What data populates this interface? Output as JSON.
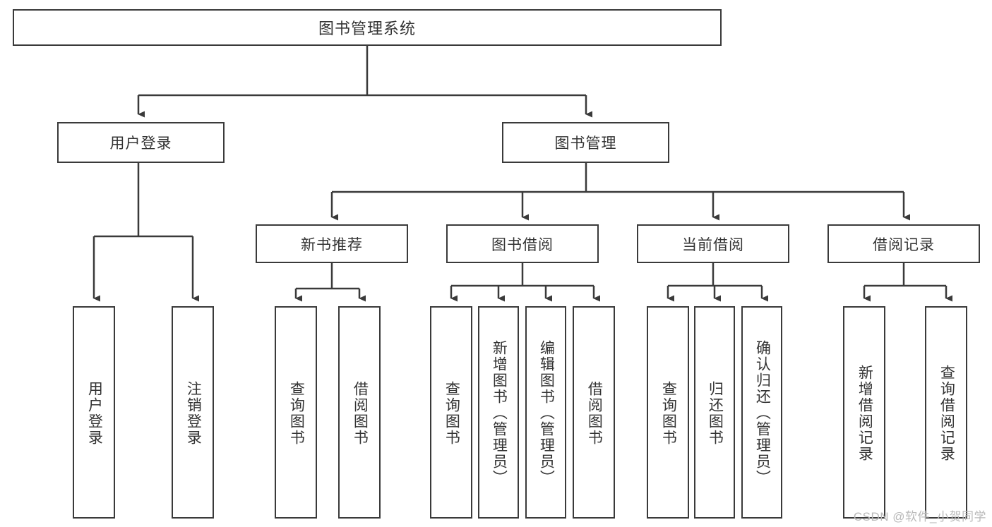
{
  "diagram": {
    "title": "图书管理系统",
    "type": "tree",
    "background_color": "#ffffff",
    "box_border_color": "#3a3a3a",
    "text_color": "#333333",
    "root": {
      "label": "图书管理系统"
    },
    "level1": [
      {
        "label": "用户登录"
      },
      {
        "label": "图书管理"
      }
    ],
    "level2": [
      {
        "label": "新书推荐"
      },
      {
        "label": "图书借阅"
      },
      {
        "label": "当前借阅"
      },
      {
        "label": "借阅记录"
      }
    ],
    "leaves": {
      "user_login": [
        {
          "label": "用户登录"
        },
        {
          "label": "注销登录"
        }
      ],
      "new_book": [
        {
          "label": "查询图书"
        },
        {
          "label": "借阅图书"
        }
      ],
      "book_borrow": [
        {
          "label": "查询图书"
        },
        {
          "label": "新增图书（管理员）"
        },
        {
          "label": "编辑图书（管理员）"
        },
        {
          "label": "借阅图书"
        }
      ],
      "current_borrow": [
        {
          "label": "查询图书"
        },
        {
          "label": "归还图书"
        },
        {
          "label": "确认归还（管理员）"
        }
      ],
      "borrow_record": [
        {
          "label": "新增借阅记录"
        },
        {
          "label": "查询借阅记录"
        }
      ]
    }
  },
  "watermark": {
    "text": "CSDN @软件_小贺同学"
  }
}
